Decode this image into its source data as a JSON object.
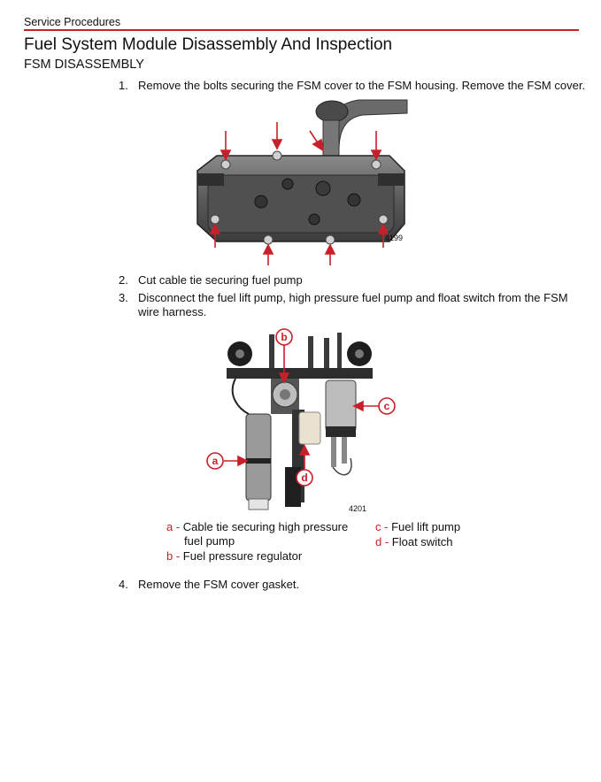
{
  "header": {
    "section_label": "Service Procedures"
  },
  "title": "Fuel System Module Disassembly And Inspection",
  "subtitle": "FSM DISASSEMBLY",
  "steps": [
    {
      "num": "1.",
      "text": "Remove the bolts securing the FSM cover to the FSM housing. Remove the FSM cover."
    },
    {
      "num": "2.",
      "text": "Cut cable tie securing fuel pump"
    },
    {
      "num": "3.",
      "text": "Disconnect the fuel lift pump, high pressure fuel pump and float switch from the FSM",
      "text2": "wire harness."
    },
    {
      "num": "4.",
      "text": "Remove the FSM cover gasket."
    }
  ],
  "figure1": {
    "number": "4199"
  },
  "figure2": {
    "number": "4201",
    "callouts": [
      "a",
      "b",
      "c",
      "d"
    ]
  },
  "legend": [
    {
      "key": "a -",
      "line1": "Cable tie securing high pressure",
      "line2": "fuel pump"
    },
    {
      "key": "b -",
      "line1": "Fuel pressure regulator"
    },
    {
      "key": "c -",
      "line1": "Fuel lift pump"
    },
    {
      "key": "d -",
      "line1": "Float switch"
    }
  ],
  "colors": {
    "accent": "#c8202a"
  }
}
